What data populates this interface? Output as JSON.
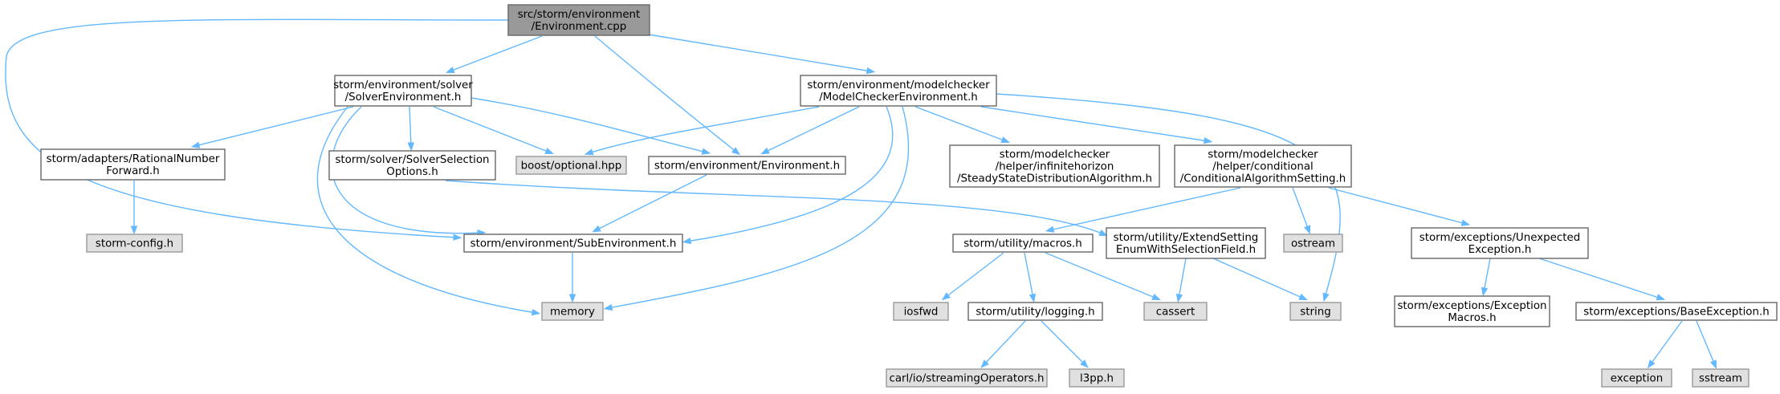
{
  "graph": {
    "nodes": [
      {
        "id": "root",
        "kind": "root",
        "lines": [
          "src/storm/environment",
          "/Environment.cpp"
        ]
      },
      {
        "id": "solverenv",
        "kind": "file",
        "lines": [
          "storm/environment/solver",
          "/SolverEnvironment.h"
        ]
      },
      {
        "id": "mcenv",
        "kind": "file",
        "lines": [
          "storm/environment/modelchecker",
          "/ModelCheckerEnvironment.h"
        ]
      },
      {
        "id": "rational",
        "kind": "file",
        "lines": [
          "storm/adapters/RationalNumber",
          "Forward.h"
        ]
      },
      {
        "id": "solversel",
        "kind": "file",
        "lines": [
          "storm/solver/SolverSelection",
          "Options.h"
        ]
      },
      {
        "id": "boostopt",
        "kind": "system",
        "lines": [
          "boost/optional.hpp"
        ]
      },
      {
        "id": "envh",
        "kind": "file",
        "lines": [
          "storm/environment/Environment.h"
        ]
      },
      {
        "id": "ssd",
        "kind": "file",
        "lines": [
          "storm/modelchecker",
          "/helper/infinitehorizon",
          "/SteadyStateDistributionAlgorithm.h"
        ]
      },
      {
        "id": "cond",
        "kind": "file",
        "lines": [
          "storm/modelchecker",
          "/helper/conditional",
          "/ConditionalAlgorithmSetting.h"
        ]
      },
      {
        "id": "stormconfig",
        "kind": "system",
        "lines": [
          "storm-config.h"
        ]
      },
      {
        "id": "subenv",
        "kind": "file",
        "lines": [
          "storm/environment/SubEnvironment.h"
        ]
      },
      {
        "id": "macros",
        "kind": "file",
        "lines": [
          "storm/utility/macros.h"
        ]
      },
      {
        "id": "extend",
        "kind": "file",
        "lines": [
          "storm/utility/ExtendSetting",
          "EnumWithSelectionField.h"
        ]
      },
      {
        "id": "ostream",
        "kind": "system",
        "lines": [
          "ostream"
        ]
      },
      {
        "id": "unexpected",
        "kind": "file",
        "lines": [
          "storm/exceptions/Unexpected",
          "Exception.h"
        ]
      },
      {
        "id": "memory",
        "kind": "system",
        "lines": [
          "memory"
        ]
      },
      {
        "id": "iosfwd",
        "kind": "system",
        "lines": [
          "iosfwd"
        ]
      },
      {
        "id": "logging",
        "kind": "file",
        "lines": [
          "storm/utility/logging.h"
        ]
      },
      {
        "id": "cassert",
        "kind": "system",
        "lines": [
          "cassert"
        ]
      },
      {
        "id": "string",
        "kind": "system",
        "lines": [
          "string"
        ]
      },
      {
        "id": "excmacros",
        "kind": "file",
        "lines": [
          "storm/exceptions/Exception",
          "Macros.h"
        ]
      },
      {
        "id": "baseexc",
        "kind": "file",
        "lines": [
          "storm/exceptions/BaseException.h"
        ]
      },
      {
        "id": "carl",
        "kind": "system",
        "lines": [
          "carl/io/streamingOperators.h"
        ]
      },
      {
        "id": "l3pp",
        "kind": "system",
        "lines": [
          "l3pp.h"
        ]
      },
      {
        "id": "exception",
        "kind": "system",
        "lines": [
          "exception"
        ]
      },
      {
        "id": "sstream",
        "kind": "system",
        "lines": [
          "sstream"
        ]
      }
    ],
    "edges": [
      {
        "from": "root",
        "to": "solverenv"
      },
      {
        "from": "root",
        "to": "envh"
      },
      {
        "from": "root",
        "to": "mcenv"
      },
      {
        "from": "root",
        "to": "subenv"
      },
      {
        "from": "solverenv",
        "to": "rational"
      },
      {
        "from": "solverenv",
        "to": "solversel"
      },
      {
        "from": "solverenv",
        "to": "boostopt"
      },
      {
        "from": "solverenv",
        "to": "envh"
      },
      {
        "from": "solverenv",
        "to": "subenv"
      },
      {
        "from": "solverenv",
        "to": "memory"
      },
      {
        "from": "mcenv",
        "to": "boostopt"
      },
      {
        "from": "mcenv",
        "to": "envh"
      },
      {
        "from": "mcenv",
        "to": "ssd"
      },
      {
        "from": "mcenv",
        "to": "cond"
      },
      {
        "from": "mcenv",
        "to": "subenv"
      },
      {
        "from": "mcenv",
        "to": "memory"
      },
      {
        "from": "mcenv",
        "to": "string"
      },
      {
        "from": "rational",
        "to": "stormconfig"
      },
      {
        "from": "solversel",
        "to": "extend"
      },
      {
        "from": "envh",
        "to": "subenv"
      },
      {
        "from": "subenv",
        "to": "memory"
      },
      {
        "from": "cond",
        "to": "macros"
      },
      {
        "from": "cond",
        "to": "ostream"
      },
      {
        "from": "cond",
        "to": "unexpected"
      },
      {
        "from": "macros",
        "to": "iosfwd"
      },
      {
        "from": "macros",
        "to": "logging"
      },
      {
        "from": "macros",
        "to": "cassert"
      },
      {
        "from": "extend",
        "to": "cassert"
      },
      {
        "from": "extend",
        "to": "string"
      },
      {
        "from": "logging",
        "to": "carl"
      },
      {
        "from": "logging",
        "to": "l3pp"
      },
      {
        "from": "unexpected",
        "to": "excmacros"
      },
      {
        "from": "unexpected",
        "to": "baseexc"
      },
      {
        "from": "baseexc",
        "to": "exception"
      },
      {
        "from": "baseexc",
        "to": "sstream"
      }
    ]
  }
}
